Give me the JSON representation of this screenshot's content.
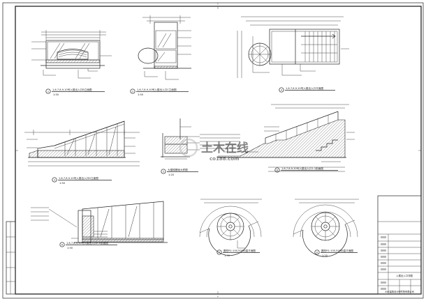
{
  "views": [
    {
      "num": "1",
      "caption": "1,6,7,8,9,10号入楼出入口B立面图",
      "scale": "1:50"
    },
    {
      "num": "2",
      "caption": "1,6,7,8,9,10号入楼出入口C立面图",
      "scale": "1:50"
    },
    {
      "num": "4",
      "caption": "1,6,7,8,9,10号入楼出入口平面图",
      "scale": "1:50"
    },
    {
      "num": "3",
      "caption": "1,6,7,8,9,10号入楼出入口D立面图",
      "scale": "1:50"
    },
    {
      "num": "5",
      "caption": "大楼梯基础大样图",
      "scale": "1:20"
    },
    {
      "num": "6",
      "caption": "1,6,7,8,9,10号入楼出入口1-1剖面图",
      "scale": "1:50"
    },
    {
      "num": "6",
      "caption": "1,6,7,8,9,10号入楼出入口E-E剖面图",
      "scale": "1:50"
    },
    {
      "num": "7",
      "caption": "圆形R1:100,500标高平面图",
      "scale": "1:50"
    },
    {
      "num": "8",
      "caption": "圆形R1:100,500标高平面图",
      "scale": "1:50"
    }
  ],
  "title_block": {
    "drawing_title": "入楼出入口详图",
    "footer": "XXX建筑设计研究院有限公司"
  },
  "watermark": {
    "text": "土木在线",
    "sub": "co188.com"
  }
}
